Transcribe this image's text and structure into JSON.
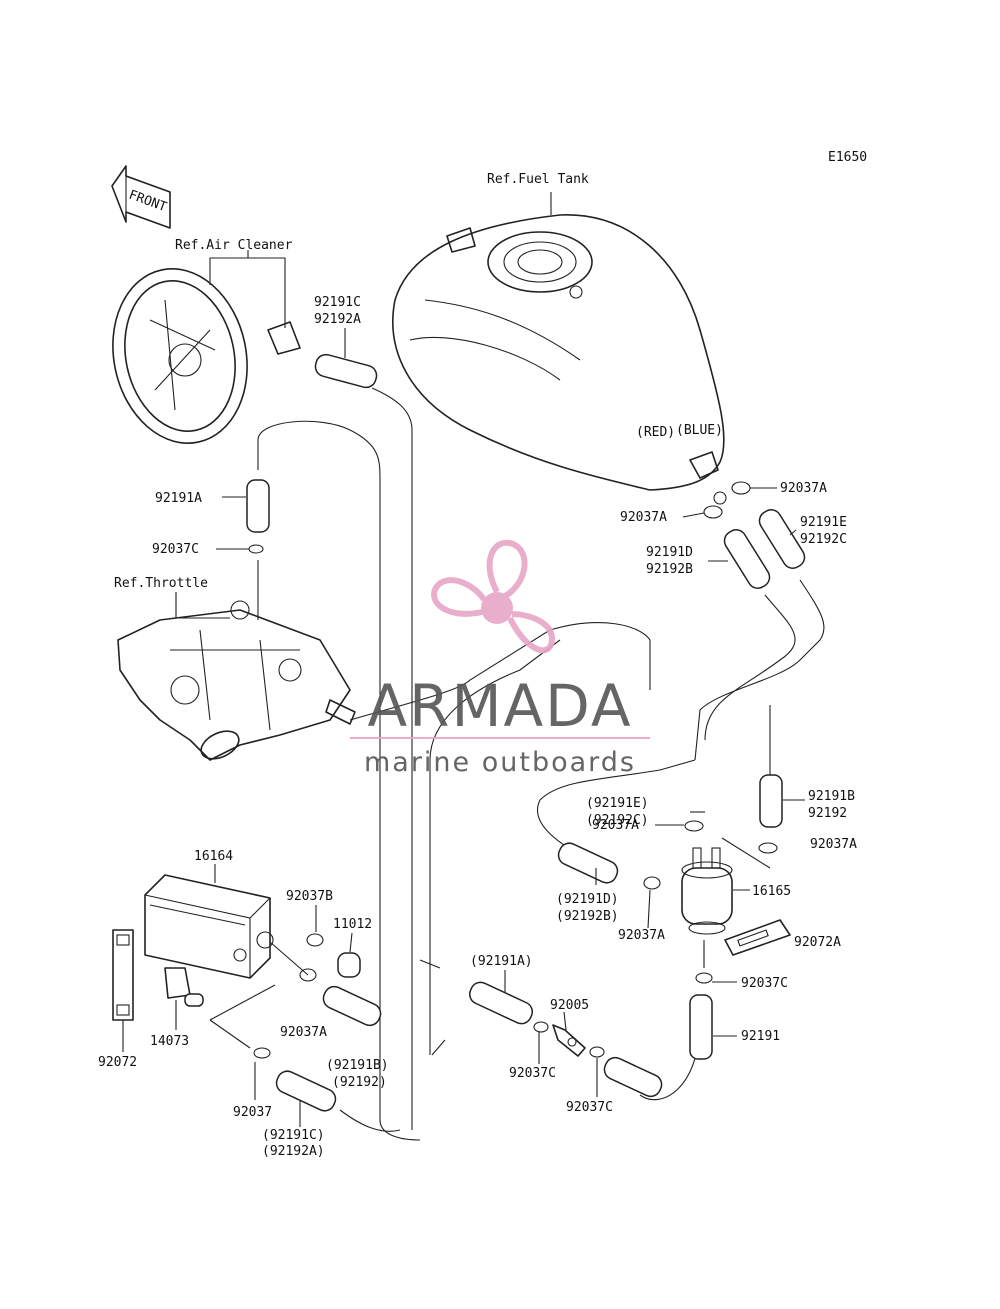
{
  "diagram_code": "E1650",
  "front_label": "FRONT",
  "references": {
    "fuel_tank": "Ref.Fuel Tank",
    "air_cleaner": "Ref.Air Cleaner",
    "throttle": "Ref.Throttle"
  },
  "colors": {
    "red_tag": "(RED)",
    "blue_tag": "(BLUE)"
  },
  "parts": {
    "p92191C_top": "92191C",
    "p92192A_top": "92192A",
    "p92191A": "92191A",
    "p92037C_left": "92037C",
    "p92037A_tank_right": "92037A",
    "p92037A_tank_left": "92037A",
    "p92191E": "92191E",
    "p92192C": "92192C",
    "p92191D": "92191D",
    "p92192B": "92192B",
    "p92191E_paren": "(92191E)",
    "p92192C_paren": "(92192C)",
    "p92191B": "92191B",
    "p92192": "92192",
    "p92037A_mid": "92037A",
    "p92037A_right": "92037A",
    "p16164": "16164",
    "p92037B": "92037B",
    "p11012": "11012",
    "p92191D_paren": "(92191D)",
    "p92192B_paren": "(92192B)",
    "p92037A_pump": "92037A",
    "p16165": "16165",
    "p92072A": "92072A",
    "p92037C_pump": "92037C",
    "p92191A_paren": "(92191A)",
    "p92005": "92005",
    "p92191": "92191",
    "p92037A_canister": "92037A",
    "p14073": "14073",
    "p92072": "92072",
    "p92037C_low": "92037C",
    "p92037C_bottom": "92037C",
    "p92191B_paren": "(92191B)",
    "p92192_paren": "(92192)",
    "p92037": "92037",
    "p92191C_paren": "(92191C)",
    "p92192A_paren": "(92192A)"
  },
  "watermark": {
    "brand": "ARMADA",
    "tagline": "marine outboards",
    "accent_color": "#e8a6c8",
    "brand_color": "#555555"
  }
}
